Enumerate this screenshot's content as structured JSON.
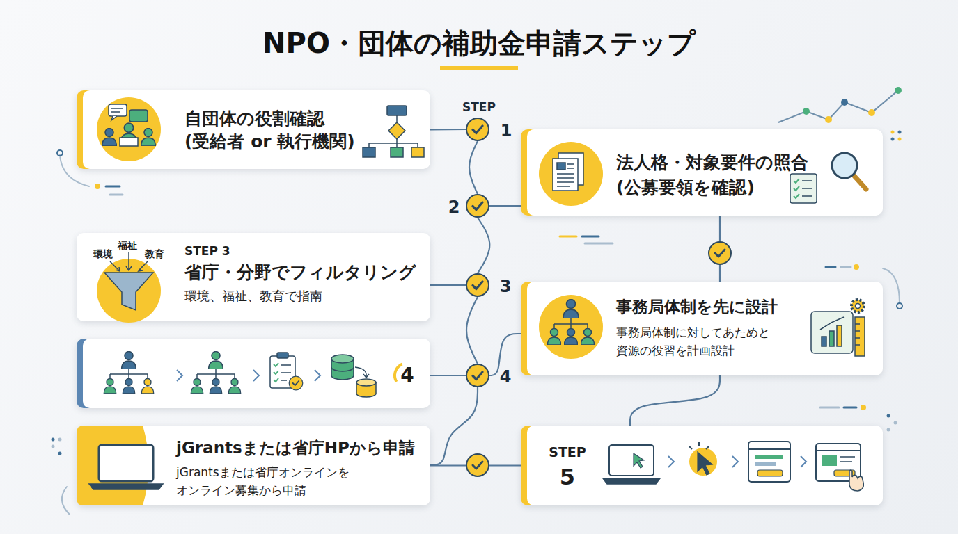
{
  "diagram": {
    "title": "NPO・団体の補助金申請ステップ",
    "nodes": [
      {
        "text": [
          "自団体の役割確認 (受給者 or 執行機関)"
        ]
      },
      {
        "text": [
          "STEP",
          "1"
        ]
      },
      {
        "text": [
          "法人格・対象要件の照合 (公募要領を確認)"
        ]
      },
      {
        "text": [
          "2"
        ]
      },
      {
        "text": [
          "STEP 3",
          "省庁・分野でフィルタリング",
          "環境、福祉、教育で指南"
        ]
      },
      {
        "text": [
          "3"
        ]
      },
      {
        "text": [
          "事務局体制を先に設計",
          "事務局体制に対してあためと 資源の役習を計画設計"
        ]
      },
      {
        "text": [
          "4"
        ]
      },
      {
        "text": [
          "4"
        ]
      },
      {
        "text": [
          "jGrantsまたは省庁HPから申請",
          "jGrantsまたは省庁オンラインを オンライン募集から申請"
        ]
      },
      {
        "text": [
          "STEP",
          "5"
        ]
      }
    ],
    "edges": [
      {
        "from": 0,
        "to": 1,
        "arrow": "none"
      },
      {
        "from": 1,
        "to": 3,
        "arrow": "none"
      },
      {
        "from": 2,
        "to": 3,
        "arrow": "none"
      },
      {
        "from": 3,
        "to": 5,
        "arrow": "none"
      },
      {
        "from": 4,
        "to": 5,
        "arrow": "none"
      },
      {
        "from": 5,
        "to": 8,
        "arrow": "none"
      },
      {
        "from": 7,
        "to": 8,
        "arrow": "none"
      },
      {
        "from": 6,
        "to": 8,
        "arrow": "none"
      },
      {
        "from": 8,
        "to": 9,
        "arrow": "none"
      },
      {
        "from": 2,
        "to": 6,
        "arrow": "none"
      },
      {
        "from": 6,
        "to": 10,
        "arrow": "none"
      },
      {
        "from": 9,
        "to": 10,
        "arrow": "none"
      }
    ],
    "labels": [
      "環境",
      "福祉",
      "教育"
    ]
  }
}
